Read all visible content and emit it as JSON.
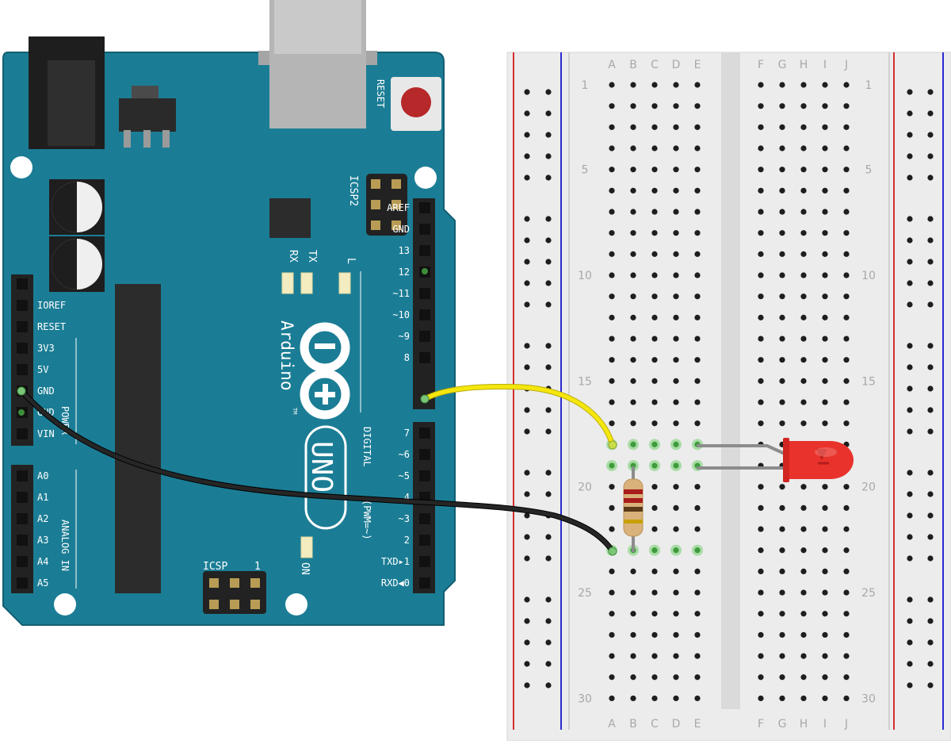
{
  "board": {
    "reset_label": "RESET",
    "icsp2_label": "ICSP2",
    "icsp_label": "ICSP",
    "icsp_pin1": "1",
    "rx_label": "RX",
    "tx_label": "TX",
    "l_label": "L",
    "on_label": "ON",
    "brand": "Arduino",
    "trademark": "TM",
    "model": "UNO",
    "digital_label": "DIGITAL",
    "pwm_label": "(PWM=~)",
    "power_label": "POWER",
    "analog_label": "ANALOG IN",
    "digital_pins_top": [
      "AREF",
      "GND",
      "13",
      "12",
      "~11",
      "~10",
      "~9",
      "8"
    ],
    "digital_pins_bottom": [
      "7",
      "~6",
      "~5",
      "4",
      "~3",
      "2",
      "TXD▸1",
      "RXD◀0"
    ],
    "power_pins": [
      "",
      "IOREF",
      "RESET",
      "3V3",
      "5V",
      "GND",
      "GND",
      "VIN"
    ],
    "analog_pins": [
      "A0",
      "A1",
      "A2",
      "A3",
      "A4",
      "A5"
    ]
  },
  "breadboard": {
    "columns_left": [
      "A",
      "B",
      "C",
      "D",
      "E"
    ],
    "columns_right": [
      "F",
      "G",
      "H",
      "I",
      "J"
    ],
    "row_numbers": [
      "1",
      "5",
      "10",
      "15",
      "20",
      "25",
      "30"
    ],
    "row_count": 30
  },
  "colors": {
    "board": "#1b7d95",
    "board_edge": "#135e71",
    "signal_wire": "#f5e60d",
    "ground_wire": "#151515",
    "led": "#e8322b",
    "rail_positive": "#d62e2e",
    "rail_negative": "#2a2ad2",
    "active_hole": "#7cc67a"
  }
}
